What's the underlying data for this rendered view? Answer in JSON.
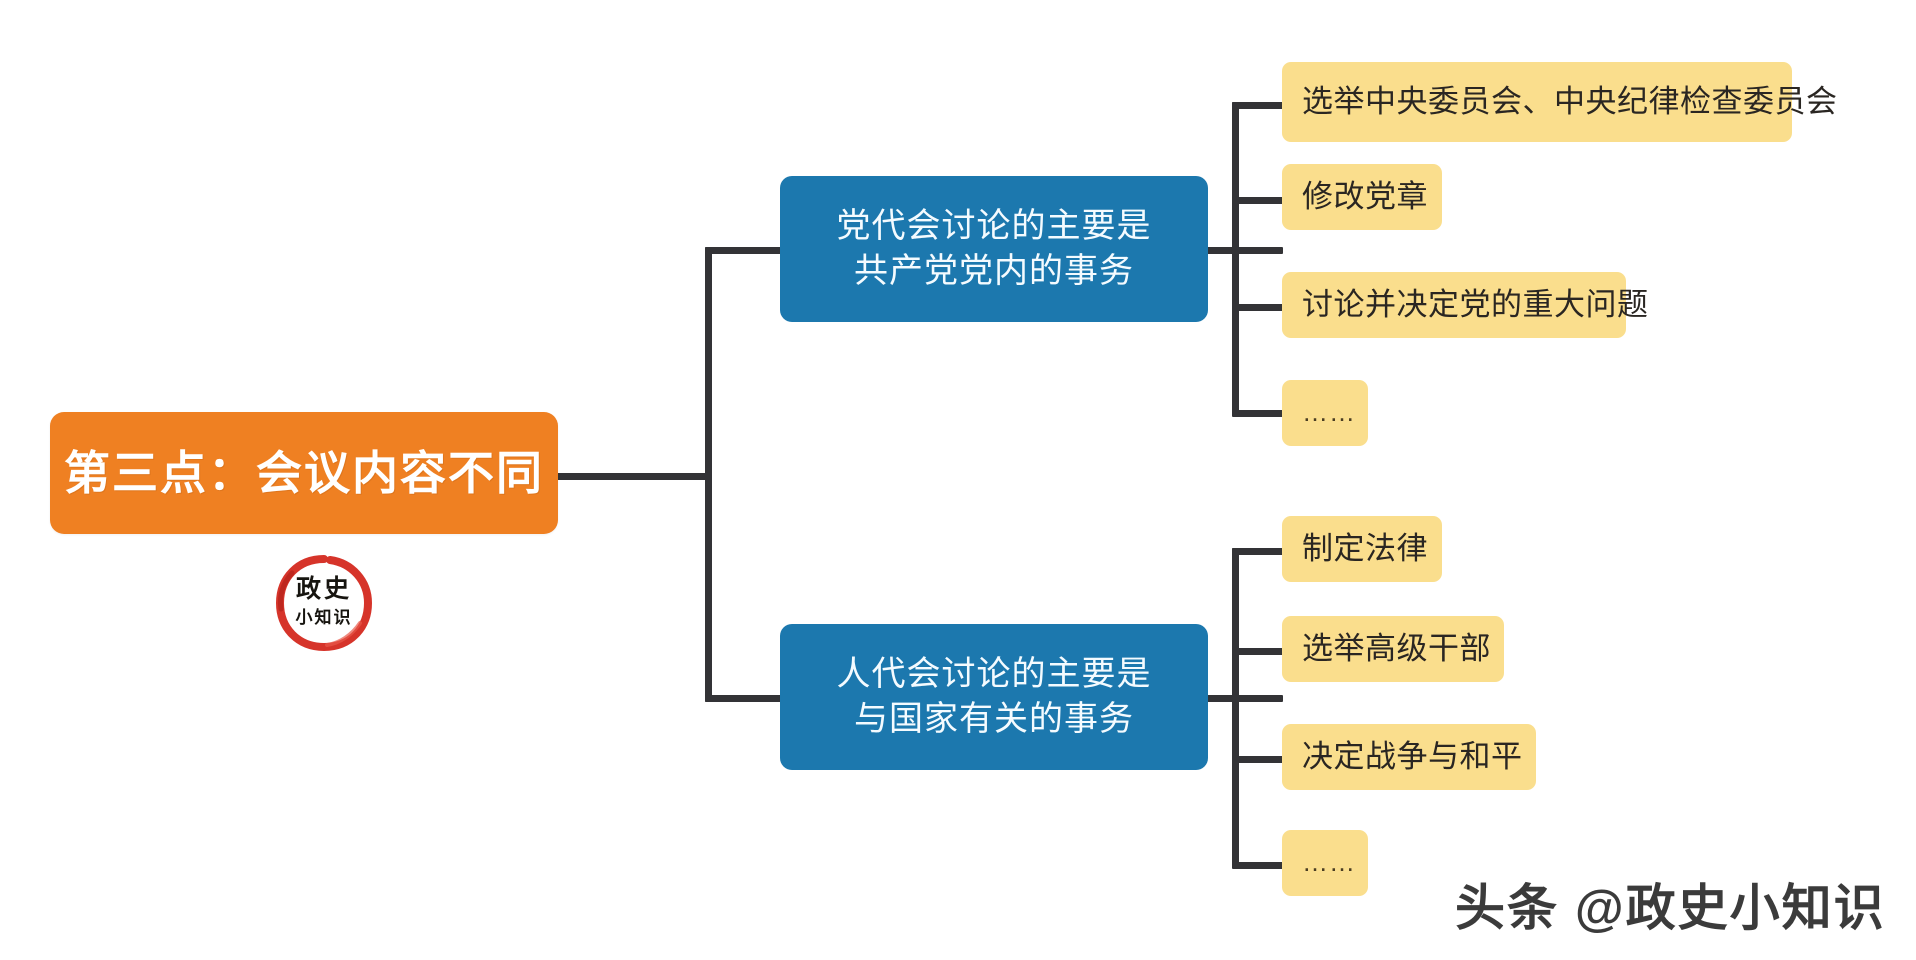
{
  "diagram": {
    "type": "mind-map",
    "title": "第三点：会议内容不同",
    "colors": {
      "root": "#ef8022",
      "branch": "#1c78ae",
      "leaf": "#fade8d",
      "connector": "#333336",
      "root_text": "#ffffff",
      "branch_text": "#f4fbff",
      "leaf_text": "#2a2622",
      "stamp": "#d6342a"
    },
    "root": {
      "label": "第三点：会议内容不同"
    },
    "branches": [
      {
        "label_line1": "党代会讨论的主要是",
        "label_line2": "共产党党内的事务",
        "leaves": [
          {
            "label": "选举中央委员会、中央纪律检查委员会"
          },
          {
            "label": "修改党章"
          },
          {
            "label": "讨论并决定党的重大问题"
          },
          {
            "label": "……"
          }
        ]
      },
      {
        "label_line1": "人代会讨论的主要是",
        "label_line2": "与国家有关的事务",
        "leaves": [
          {
            "label": "制定法律"
          },
          {
            "label": "选举高级干部"
          },
          {
            "label": "决定战争与和平"
          },
          {
            "label": "……"
          }
        ]
      }
    ]
  },
  "stamp": {
    "top_text": "政史",
    "bottom_text": "小知识"
  },
  "watermark": {
    "text": "头条 @政史小知识"
  }
}
